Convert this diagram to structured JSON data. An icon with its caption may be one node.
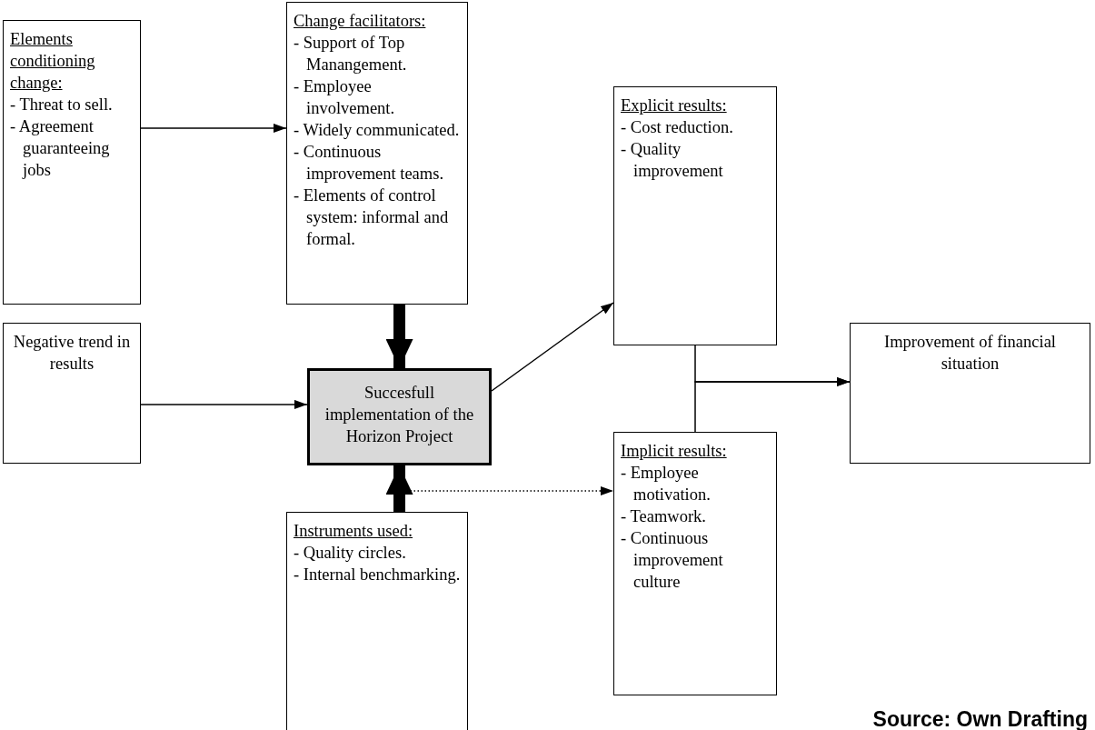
{
  "diagram": {
    "nodes": [
      {
        "text": [
          "Elements conditioning change:",
          "- Threat to sell.",
          "- Agreement guaranteeing jobs"
        ]
      },
      {
        "text": [
          "Change facilitators:",
          "- Support of Top Manangement.",
          "- Employee involvement.",
          "- Widely communicated.",
          "- Continuous improvement teams.",
          "- Elements of control system: informal and formal."
        ]
      },
      {
        "text": [
          "Explicit results:",
          "- Cost reduction.",
          "- Quality improvement"
        ]
      },
      {
        "text": [
          "Negative trend in results"
        ]
      },
      {
        "text": [
          "Succesfull implementation of the Horizon Project"
        ]
      },
      {
        "text": [
          "Improvement of financial situation"
        ]
      },
      {
        "text": [
          "Implicit results:",
          "- Employee motivation.",
          "- Teamwork.",
          "- Continuous improvement culture"
        ]
      },
      {
        "text": [
          "Instruments used:",
          "- Quality circles.",
          "- Internal benchmarking."
        ]
      }
    ],
    "edges": [
      {
        "from": 0,
        "to": 1,
        "arrow": "to"
      },
      {
        "from": 1,
        "to": 4,
        "arrow": "to",
        "style": "thick"
      },
      {
        "from": 3,
        "to": 4,
        "arrow": "to"
      },
      {
        "from": 4,
        "to": 2,
        "arrow": "to"
      },
      {
        "from": 4,
        "to": 6,
        "arrow": "to",
        "style": "dashed"
      },
      {
        "from": 7,
        "to": 4,
        "arrow": "to",
        "style": "thick"
      },
      {
        "from": 2,
        "to": 5,
        "arrow": "to"
      },
      {
        "from": 6,
        "to": 5,
        "arrow": "to"
      }
    ],
    "labels": [
      "Source: Own Drafting"
    ]
  }
}
